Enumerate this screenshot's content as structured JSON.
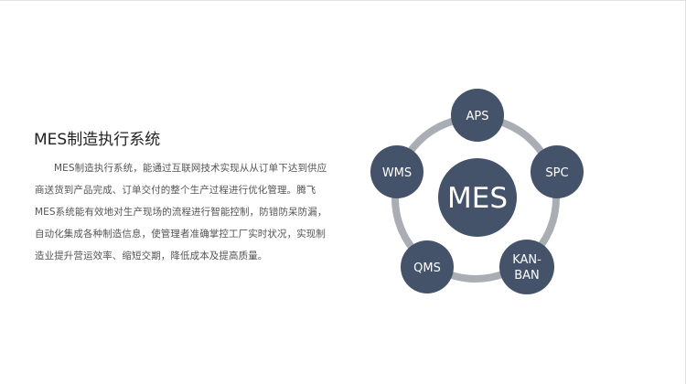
{
  "section": {
    "title": "MES制造执行系统",
    "body": "MES制造执行系统，能通过互联网技术实现从从订单下达到供应商送货到产品完成、订单交付的整个生产过程进行优化管理。腾飞MES系统能有效地对生产现场的流程进行智能控制，防错防呆防漏，自动化集成各种制造信息，使管理者准确掌控工厂实时状况，实现制造业提升营运效率、缩短交期，降低成本及提高质量。"
  },
  "diagram": {
    "center": {
      "label": "MES"
    },
    "nodes": [
      {
        "id": "aps",
        "lines": [
          "APS"
        ]
      },
      {
        "id": "spc",
        "lines": [
          "SPC"
        ]
      },
      {
        "id": "kanban",
        "lines": [
          "KAN-",
          "BAN"
        ]
      },
      {
        "id": "qms",
        "lines": [
          "QMS"
        ]
      },
      {
        "id": "wms",
        "lines": [
          "WMS"
        ]
      }
    ]
  },
  "colors": {
    "node": "#44536a",
    "ring": "#a9adb4",
    "title": "#222222",
    "body": "#555555"
  }
}
